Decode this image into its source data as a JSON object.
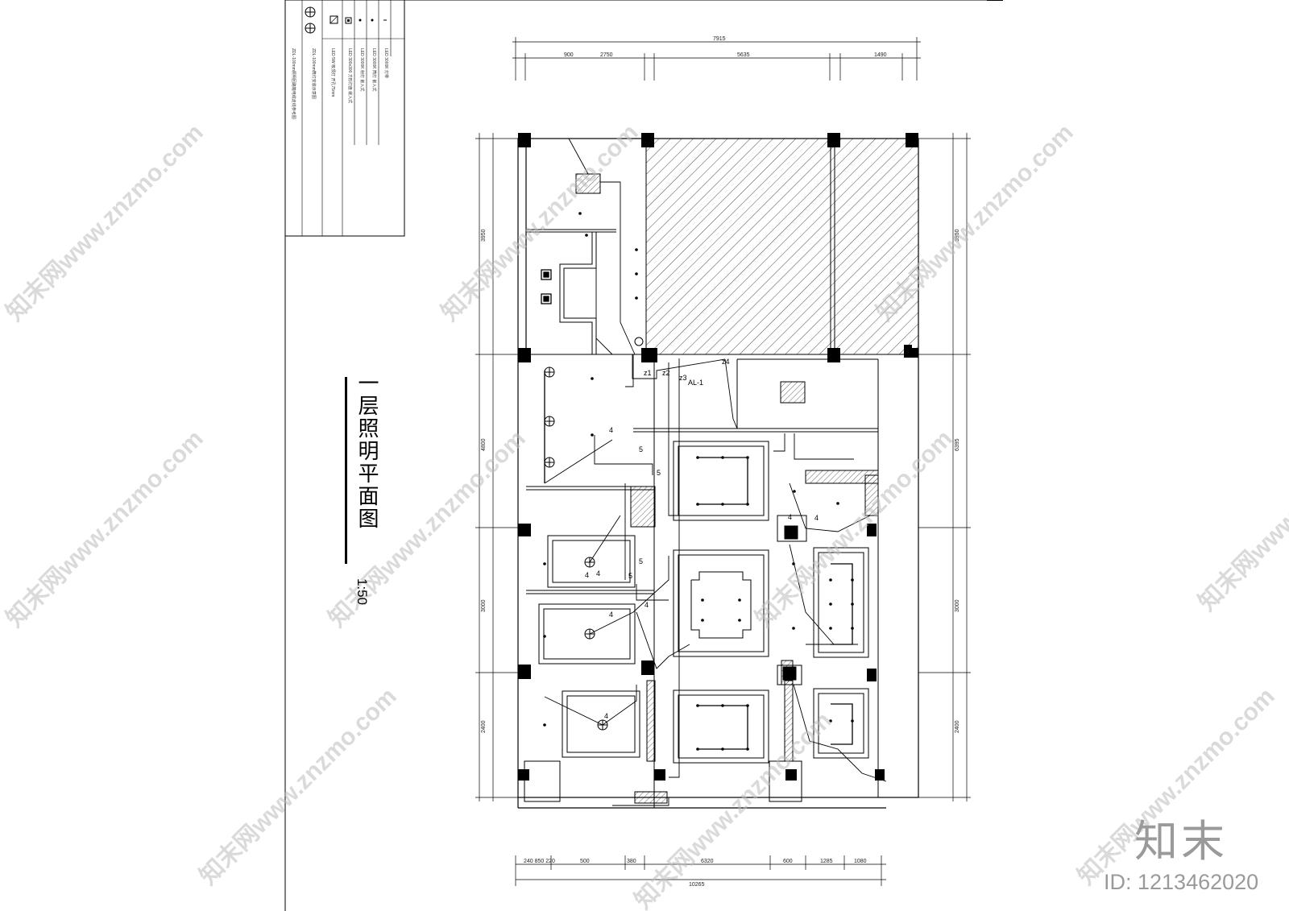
{
  "drawing": {
    "title": "一层照明平面图",
    "scale": "1:50",
    "panel_label": "AL-1",
    "circuit_labels": [
      "z1",
      "z2",
      "z3",
      "z4"
    ],
    "wire_counts": [
      "4",
      "5",
      "4",
      "5",
      "4",
      "5",
      "4",
      "4",
      "4",
      "5",
      "4",
      "4"
    ]
  },
  "watermark": {
    "brand": "知末",
    "id": "ID: 1213462020",
    "site": "知末网www.znzmo.com"
  },
  "colors": {
    "line": "#000000",
    "watermark": "#9a9a9a",
    "background": "#ffffff"
  }
}
